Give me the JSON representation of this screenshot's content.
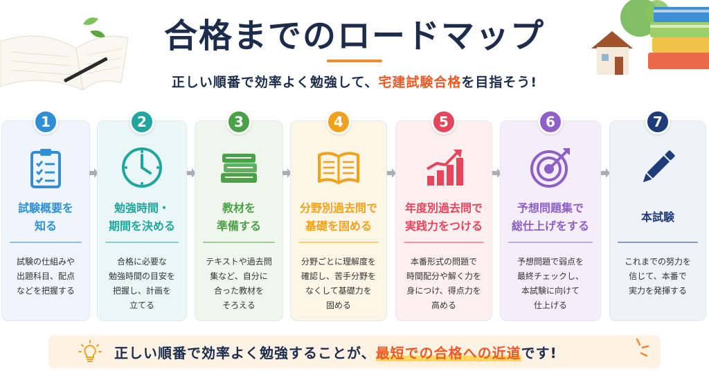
{
  "header": {
    "title": "合格までのロードマップ",
    "subtitle_pre": "正しい順番で効率よく勉強して、",
    "subtitle_accent": "宅建試験合格",
    "subtitle_post": "を目指そう!"
  },
  "colors": {
    "navy": "#1c2c4c",
    "accent": "#ee5a24",
    "step1": "#2f8fd6",
    "step2": "#1fa6a0",
    "step3": "#4aa146",
    "step4": "#f2a21a",
    "step5": "#e8445a",
    "step6": "#8e5fc6",
    "step7": "#1f3c7a"
  },
  "steps": [
    {
      "number": "1",
      "icon": "clipboard-checklist-icon",
      "title_lines": [
        "試験概要を",
        "知る"
      ],
      "desc_lines": [
        "試験の仕組みや",
        "出題科目、配点",
        "などを把握する"
      ]
    },
    {
      "number": "2",
      "icon": "clock-icon",
      "title_lines": [
        "勉強時間・",
        "期間を決める"
      ],
      "desc_lines": [
        "合格に必要な",
        "勉強時間の目安を",
        "把握し、計画を",
        "立てる"
      ]
    },
    {
      "number": "3",
      "icon": "books-stack-icon",
      "title_lines": [
        "教材を",
        "準備する"
      ],
      "desc_lines": [
        "テキストや過去問",
        "集など、自分に",
        "合った教材を",
        "そろえる"
      ]
    },
    {
      "number": "4",
      "icon": "open-book-icon",
      "title_lines": [
        "分野別過去問で",
        "基礎を固める"
      ],
      "desc_lines": [
        "分野ごとに理解度を",
        "確認し、苦手分野を",
        "なくして基礎力を",
        "固める"
      ]
    },
    {
      "number": "5",
      "icon": "growth-chart-icon",
      "title_lines": [
        "年度別過去問で",
        "実践力をつける"
      ],
      "desc_lines": [
        "本番形式の問題で",
        "時間配分や解く力を",
        "身につけ、得点力を",
        "高める"
      ]
    },
    {
      "number": "6",
      "icon": "target-icon",
      "title_lines": [
        "予想問題集で",
        "総仕上げをする"
      ],
      "desc_lines": [
        "予想問題で弱点を",
        "最終チェックし、",
        "本試験に向けて",
        "仕上げる"
      ]
    },
    {
      "number": "7",
      "icon": "pencil-icon",
      "title_lines": [
        "本試験"
      ],
      "desc_lines": [
        "これまでの努力を",
        "信じて、本番で",
        "実力を発揮する"
      ]
    }
  ],
  "footer": {
    "pre": "正しい順番で効率よく勉強することが、",
    "highlight": "最短での合格への近道",
    "post": "です!",
    "icon": "lightbulb-icon"
  }
}
